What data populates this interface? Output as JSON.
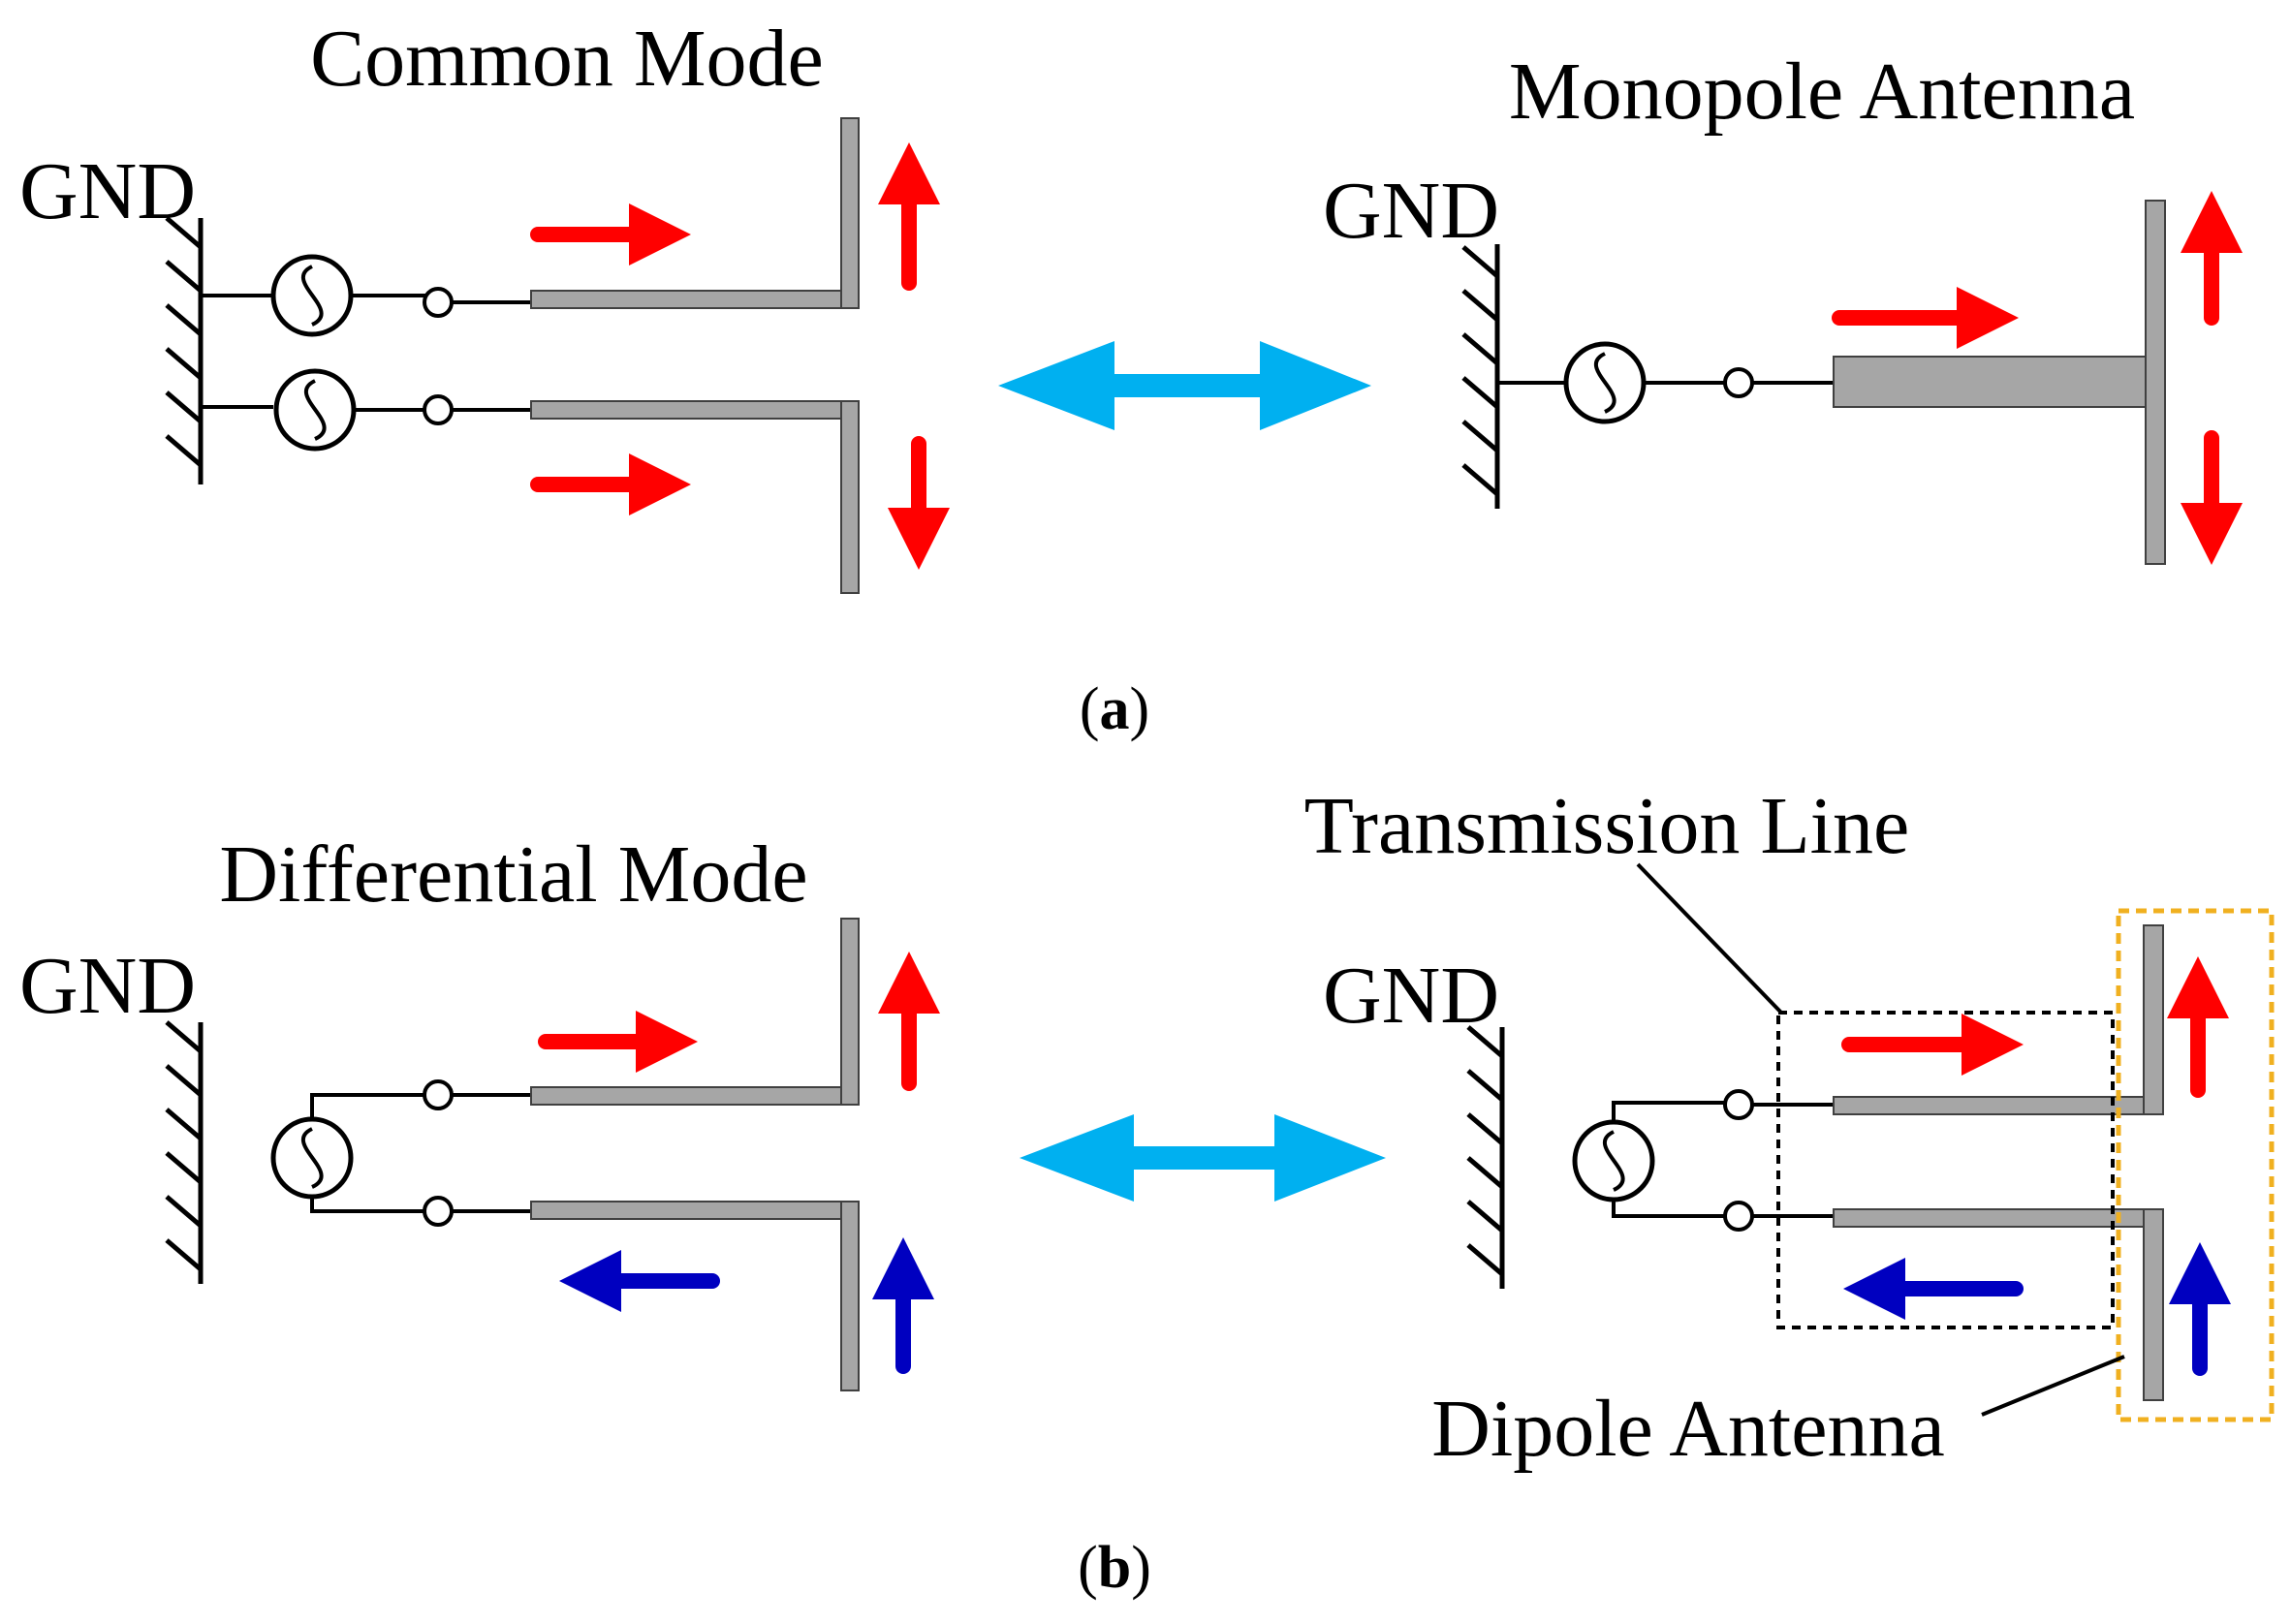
{
  "panel_a": {
    "left_title": "Common Mode",
    "right_title": "Monopole Antenna",
    "gnd_left": "GND",
    "gnd_right": "GND",
    "caption_letter": "a"
  },
  "panel_b": {
    "left_title": "Differential Mode",
    "transmission_line_label": "Transmission Line",
    "dipole_label": "Dipole Antenna",
    "gnd_left": "GND",
    "gnd_right": "GND",
    "caption_letter": "b"
  },
  "colors": {
    "current_red": "#ff0000",
    "current_blue": "#0000c0",
    "equivalence_arrow": "#00b0f0",
    "antenna_gray": "#a6a6a6",
    "transmission_box": "#000000",
    "dipole_box": "#f0b020"
  },
  "icons": [
    "ground-icon",
    "ac-source-icon",
    "terminal-icon",
    "current-arrow-icon",
    "double-arrow-icon"
  ]
}
